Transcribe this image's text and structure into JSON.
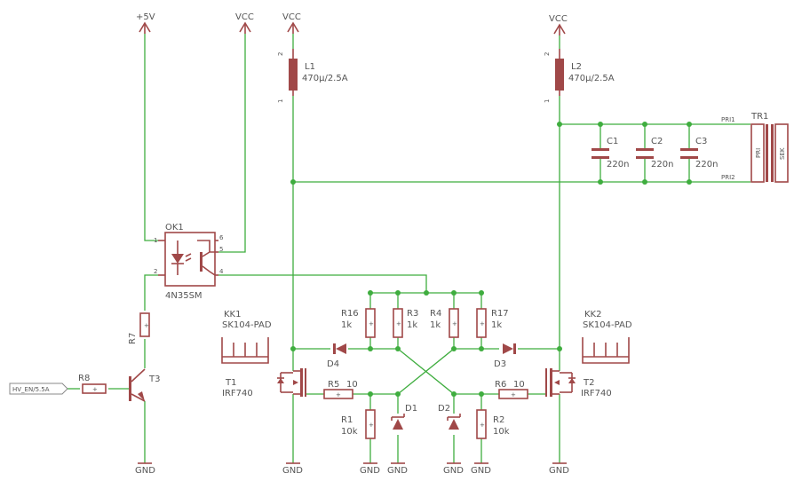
{
  "nets": {
    "plus5v": "+5V",
    "vcc": "VCC",
    "gnd": "GND",
    "input_label": "HV_EN/5.5A"
  },
  "components": {
    "L1": {
      "name": "L1",
      "value": "470µ/2.5A",
      "pin1": "1",
      "pin2": "2"
    },
    "L2": {
      "name": "L2",
      "value": "470µ/2.5A",
      "pin1": "1",
      "pin2": "2"
    },
    "C1": {
      "name": "C1",
      "value": "220n"
    },
    "C2": {
      "name": "C2",
      "value": "220n"
    },
    "C3": {
      "name": "C3",
      "value": "220n"
    },
    "TR1": {
      "name": "TR1",
      "pri": "PRI",
      "sek": "SEK",
      "pri1": "PRI1",
      "pri2": "PRI2"
    },
    "OK1": {
      "name": "OK1",
      "value": "4N35SM",
      "pins": [
        "1",
        "2",
        "6",
        "5",
        "4"
      ]
    },
    "R7": {
      "name": "R7"
    },
    "R8": {
      "name": "R8"
    },
    "T3": {
      "name": "T3"
    },
    "KK1": {
      "name": "KK1",
      "value": "SK104-PAD"
    },
    "KK2": {
      "name": "KK2",
      "value": "SK104-PAD"
    },
    "T1": {
      "name": "T1",
      "value": "IRF740"
    },
    "T2": {
      "name": "T2",
      "value": "IRF740"
    },
    "R16": {
      "name": "R16",
      "value": "1k"
    },
    "R3": {
      "name": "R3",
      "value": "1k"
    },
    "R4": {
      "name": "R4",
      "value": "1k"
    },
    "R17": {
      "name": "R17",
      "value": "1k"
    },
    "D4": {
      "name": "D4"
    },
    "D3": {
      "name": "D3"
    },
    "R5": {
      "name": "R5",
      "value": "10"
    },
    "R6": {
      "name": "R6",
      "value": "10"
    },
    "R1": {
      "name": "R1",
      "value": "10k"
    },
    "R2": {
      "name": "R2",
      "value": "10k"
    },
    "D1": {
      "name": "D1"
    },
    "D2": {
      "name": "D2"
    }
  }
}
